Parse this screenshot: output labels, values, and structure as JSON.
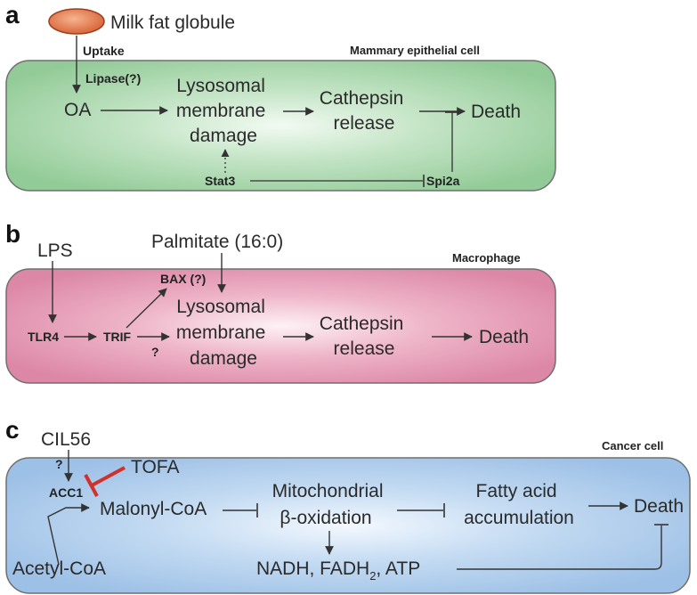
{
  "colors": {
    "panel_a_fill": "#9fd2a4",
    "panel_b_fill": "#e391ad",
    "panel_c_fill": "#a8c8ea",
    "inhibitor_red": "#d0312d",
    "globule": "#e07a4e"
  },
  "panel_a": {
    "letter": "a",
    "cell_type": "Mammary epithelial cell",
    "milk_fat_globule": "Milk fat globule",
    "uptake": "Uptake",
    "lipase": "Lipase(?)",
    "oa": "OA",
    "lysosomal": [
      "Lysosomal",
      "membrane",
      "damage"
    ],
    "cathepsin": [
      "Cathepsin",
      "release"
    ],
    "death": "Death",
    "stat3": "Stat3",
    "spi2a": "Spi2a"
  },
  "panel_b": {
    "letter": "b",
    "cell_type": "Macrophage",
    "lps": "LPS",
    "palmitate": "Palmitate (16:0)",
    "bax": "BAX (?)",
    "tlr4": "TLR4",
    "trif": "TRIF",
    "question": "?",
    "lysosomal": [
      "Lysosomal",
      "membrane",
      "damage"
    ],
    "cathepsin": [
      "Cathepsin",
      "release"
    ],
    "death": "Death"
  },
  "panel_c": {
    "letter": "c",
    "cell_type": "Cancer cell",
    "cil56": "CIL56",
    "question": "?",
    "tofa": "TOFA",
    "acc1": "ACC1",
    "malonyl": "Malonyl-CoA",
    "mito": [
      "Mitochondrial",
      "β-oxidation"
    ],
    "fatty": [
      "Fatty acid",
      "accumulation"
    ],
    "death": "Death",
    "acetyl": "Acetyl-CoA",
    "nadh": "NADH, FADH",
    "nadh_sub": "2",
    "atp": ", ATP"
  }
}
